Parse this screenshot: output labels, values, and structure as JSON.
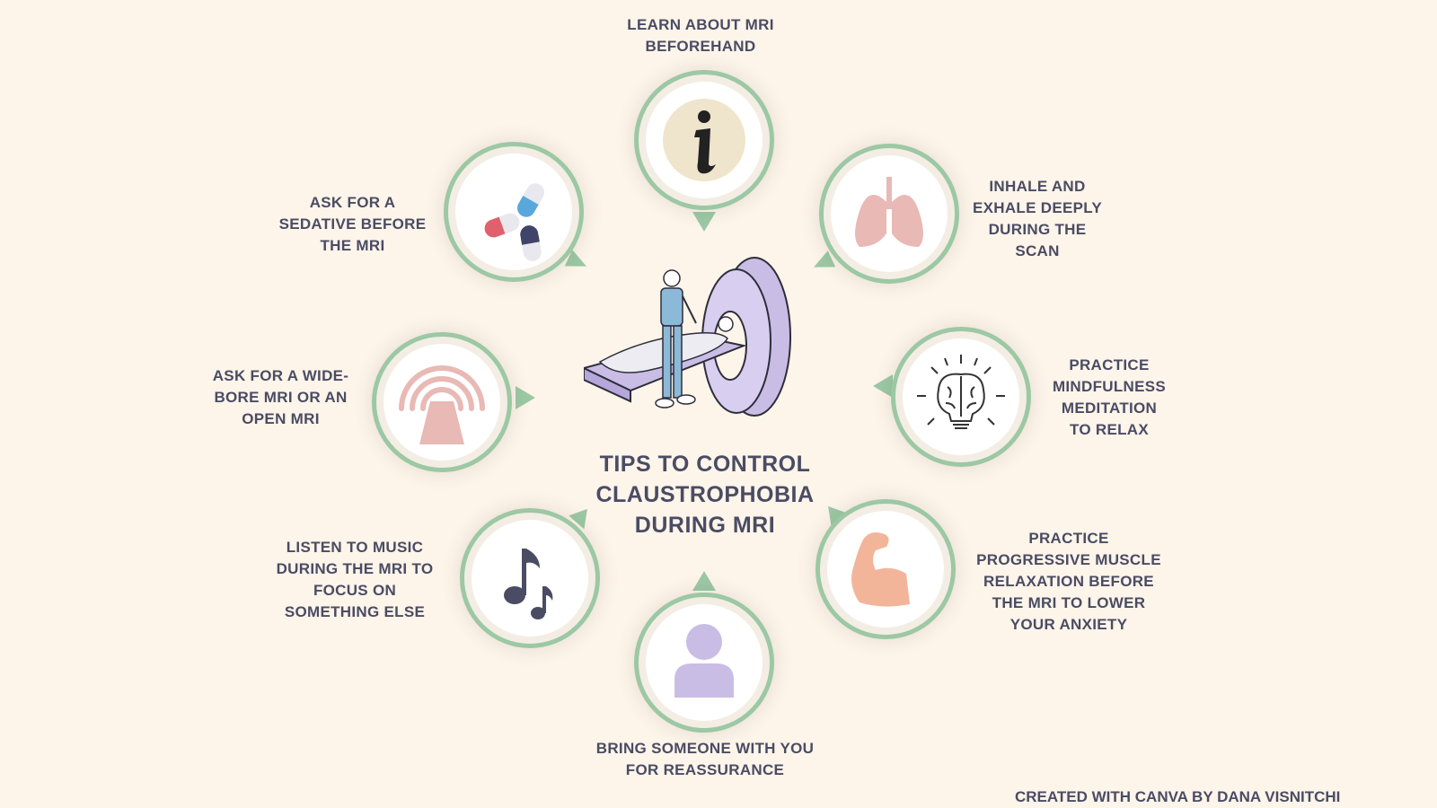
{
  "title": "TIPS TO CONTROL\nCLAUSTROPHOBIA\nDURING MRI",
  "tips": [
    {
      "text": "LEARN ABOUT MRI\nBEFOREHAND",
      "icon": "info-icon"
    },
    {
      "text": "INHALE AND\nEXHALE DEEPLY\nDURING  THE\nSCAN",
      "icon": "lungs-icon"
    },
    {
      "text": "PRACTICE\nMINDFULNESS\nMEDITATION\nTO RELAX",
      "icon": "brain-bulb-icon"
    },
    {
      "text": "PRACTICE\nPROGRESSIVE MUSCLE\nRELAXATION BEFORE\nTHE MRI TO LOWER\nYOUR ANXIETY",
      "icon": "flexed-arm-icon"
    },
    {
      "text": "BRING SOMEONE WITH YOU\nFOR REASSURANCE",
      "icon": "person-icon"
    },
    {
      "text": "LISTEN TO MUSIC\nDURING THE MRI TO\nFOCUS ON\nSOMETHING ELSE",
      "icon": "music-note-icon"
    },
    {
      "text": "ASK FOR A WIDE-\nBORE MRI OR AN\nOPEN MRI",
      "icon": "open-mri-icon"
    },
    {
      "text": "ASK FOR A\nSEDATIVE BEFORE\nTHE MRI",
      "icon": "pills-icon"
    }
  ],
  "footer": "CREATED WITH CANVA BY DANA VISNITCHI",
  "colors": {
    "background": "#fdf4ea",
    "ring": "#9cc8a4",
    "text": "#4a4c63",
    "accent_purple": "#c9bde6",
    "accent_pink": "#e8b9b5",
    "accent_peach": "#f2b59a"
  }
}
